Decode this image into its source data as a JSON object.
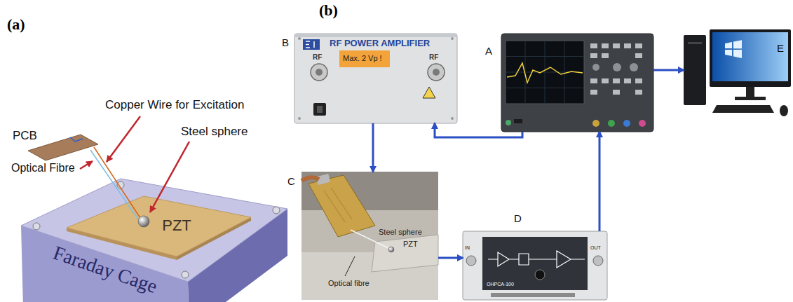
{
  "diagram": {
    "nodes": [
      {
        "text": [
          "Faraday Cage"
        ]
      },
      {
        "text": [
          "PZT"
        ],
        "in": 0
      },
      {
        "text": [
          "B",
          "RF POWER AMPLIFIER",
          "RF",
          "RF",
          "Max. 2 Vp !"
        ]
      },
      {
        "text": [
          "A"
        ]
      },
      {
        "text": [
          "E"
        ]
      },
      {
        "text": [
          "C",
          "Steel sphere",
          "PZT",
          "Optical fibre"
        ]
      },
      {
        "text": [
          "D",
          "OHPCA-100",
          "IN",
          "OUT"
        ]
      }
    ],
    "edges": [
      {
        "from": 3,
        "to": 4,
        "arrow": "to"
      },
      {
        "from": 3,
        "to": 2,
        "arrow": "to"
      },
      {
        "from": 2,
        "to": 5,
        "arrow": "to"
      },
      {
        "from": 5,
        "to": 6,
        "arrow": "to"
      },
      {
        "from": 6,
        "to": 3,
        "arrow": "to"
      }
    ],
    "labels": [
      "(a)",
      "(b)",
      "PCB",
      "Copper Wire for Excitation",
      "Optical Fibre",
      "Steel sphere"
    ]
  }
}
